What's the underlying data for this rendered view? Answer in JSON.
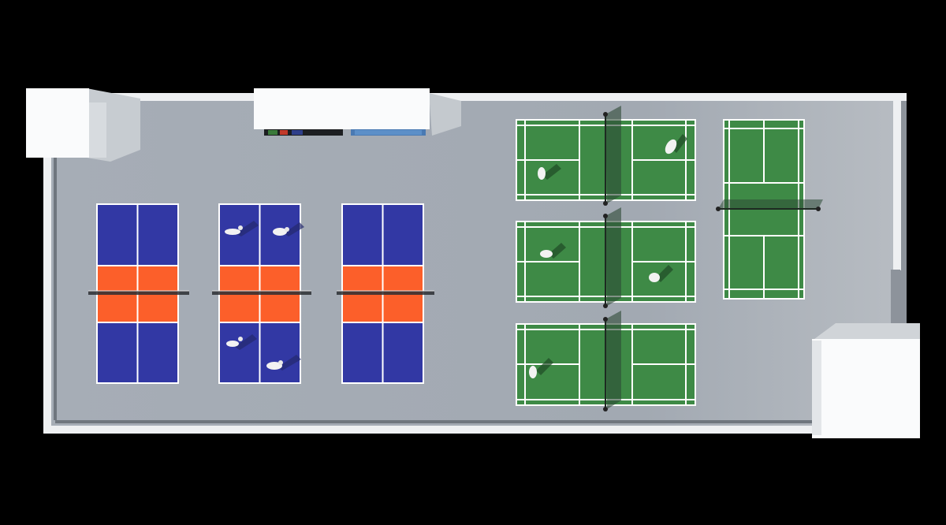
{
  "colors": {
    "background": "#000000",
    "floor": "#a3aab3",
    "wall": "#eef0f2",
    "pickleball_kitchen": "#fc5f2a",
    "pickleball_court": "#3238a4",
    "badminton_court": "#3e8a46",
    "court_lines": "#ffffff"
  },
  "courts": {
    "pickleball": [
      {
        "players": 0
      },
      {
        "players": 4
      },
      {
        "players": 0
      }
    ],
    "badminton": [
      {
        "players": 2
      },
      {
        "players": 2
      },
      {
        "players": 1
      },
      {
        "players": 0
      }
    ]
  }
}
